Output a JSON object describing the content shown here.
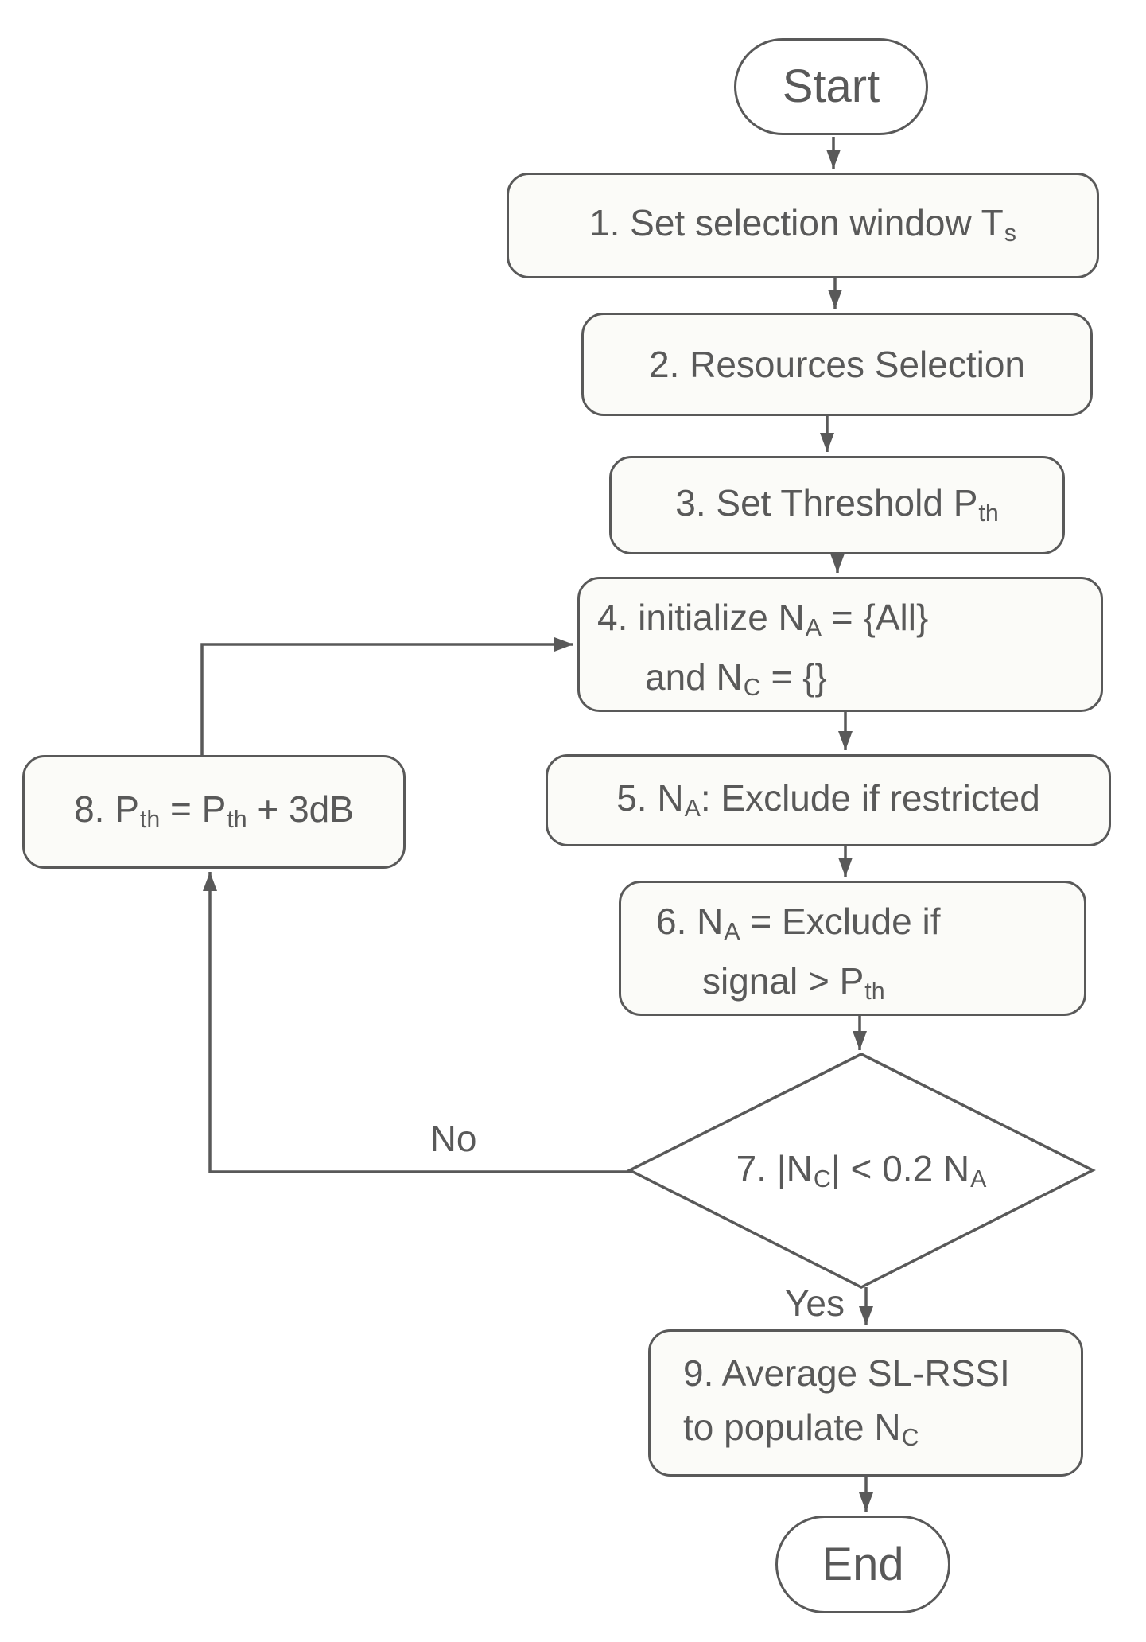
{
  "palette": {
    "stroke": "#595959",
    "text": "#595959",
    "box_fill": "#fbfbf8",
    "terminal_fill": "#ffffff",
    "page_bg": "#ffffff"
  },
  "nodes": {
    "start": {
      "label": "Start"
    },
    "step1": {
      "parts": [
        "1. Set selection window T",
        "s"
      ]
    },
    "step2": {
      "label": "2. Resources Selection"
    },
    "step3": {
      "parts": [
        "3. Set Threshold P",
        "th"
      ]
    },
    "step4": {
      "line1": [
        "4. initialize N",
        "A",
        " = {All}"
      ],
      "line2": [
        "and N",
        "C",
        " = {}"
      ]
    },
    "step5": {
      "parts": [
        "5. N",
        "A",
        ": Exclude if restricted"
      ]
    },
    "step6": {
      "line1": [
        "6. N",
        "A",
        " = Exclude if"
      ],
      "line2": [
        "signal > P",
        "th"
      ]
    },
    "step7": {
      "parts": [
        "7. |N",
        "C",
        "| < 0.2 N",
        "A"
      ]
    },
    "step8": {
      "parts": [
        "8. P",
        "th",
        " = P",
        "th",
        " + 3dB"
      ]
    },
    "step9": {
      "line1": [
        "9. Average SL-RSSI"
      ],
      "line2": [
        "to populate N",
        "C"
      ]
    },
    "end": {
      "label": "End"
    }
  },
  "edge_labels": {
    "no": "No",
    "yes": "Yes"
  }
}
